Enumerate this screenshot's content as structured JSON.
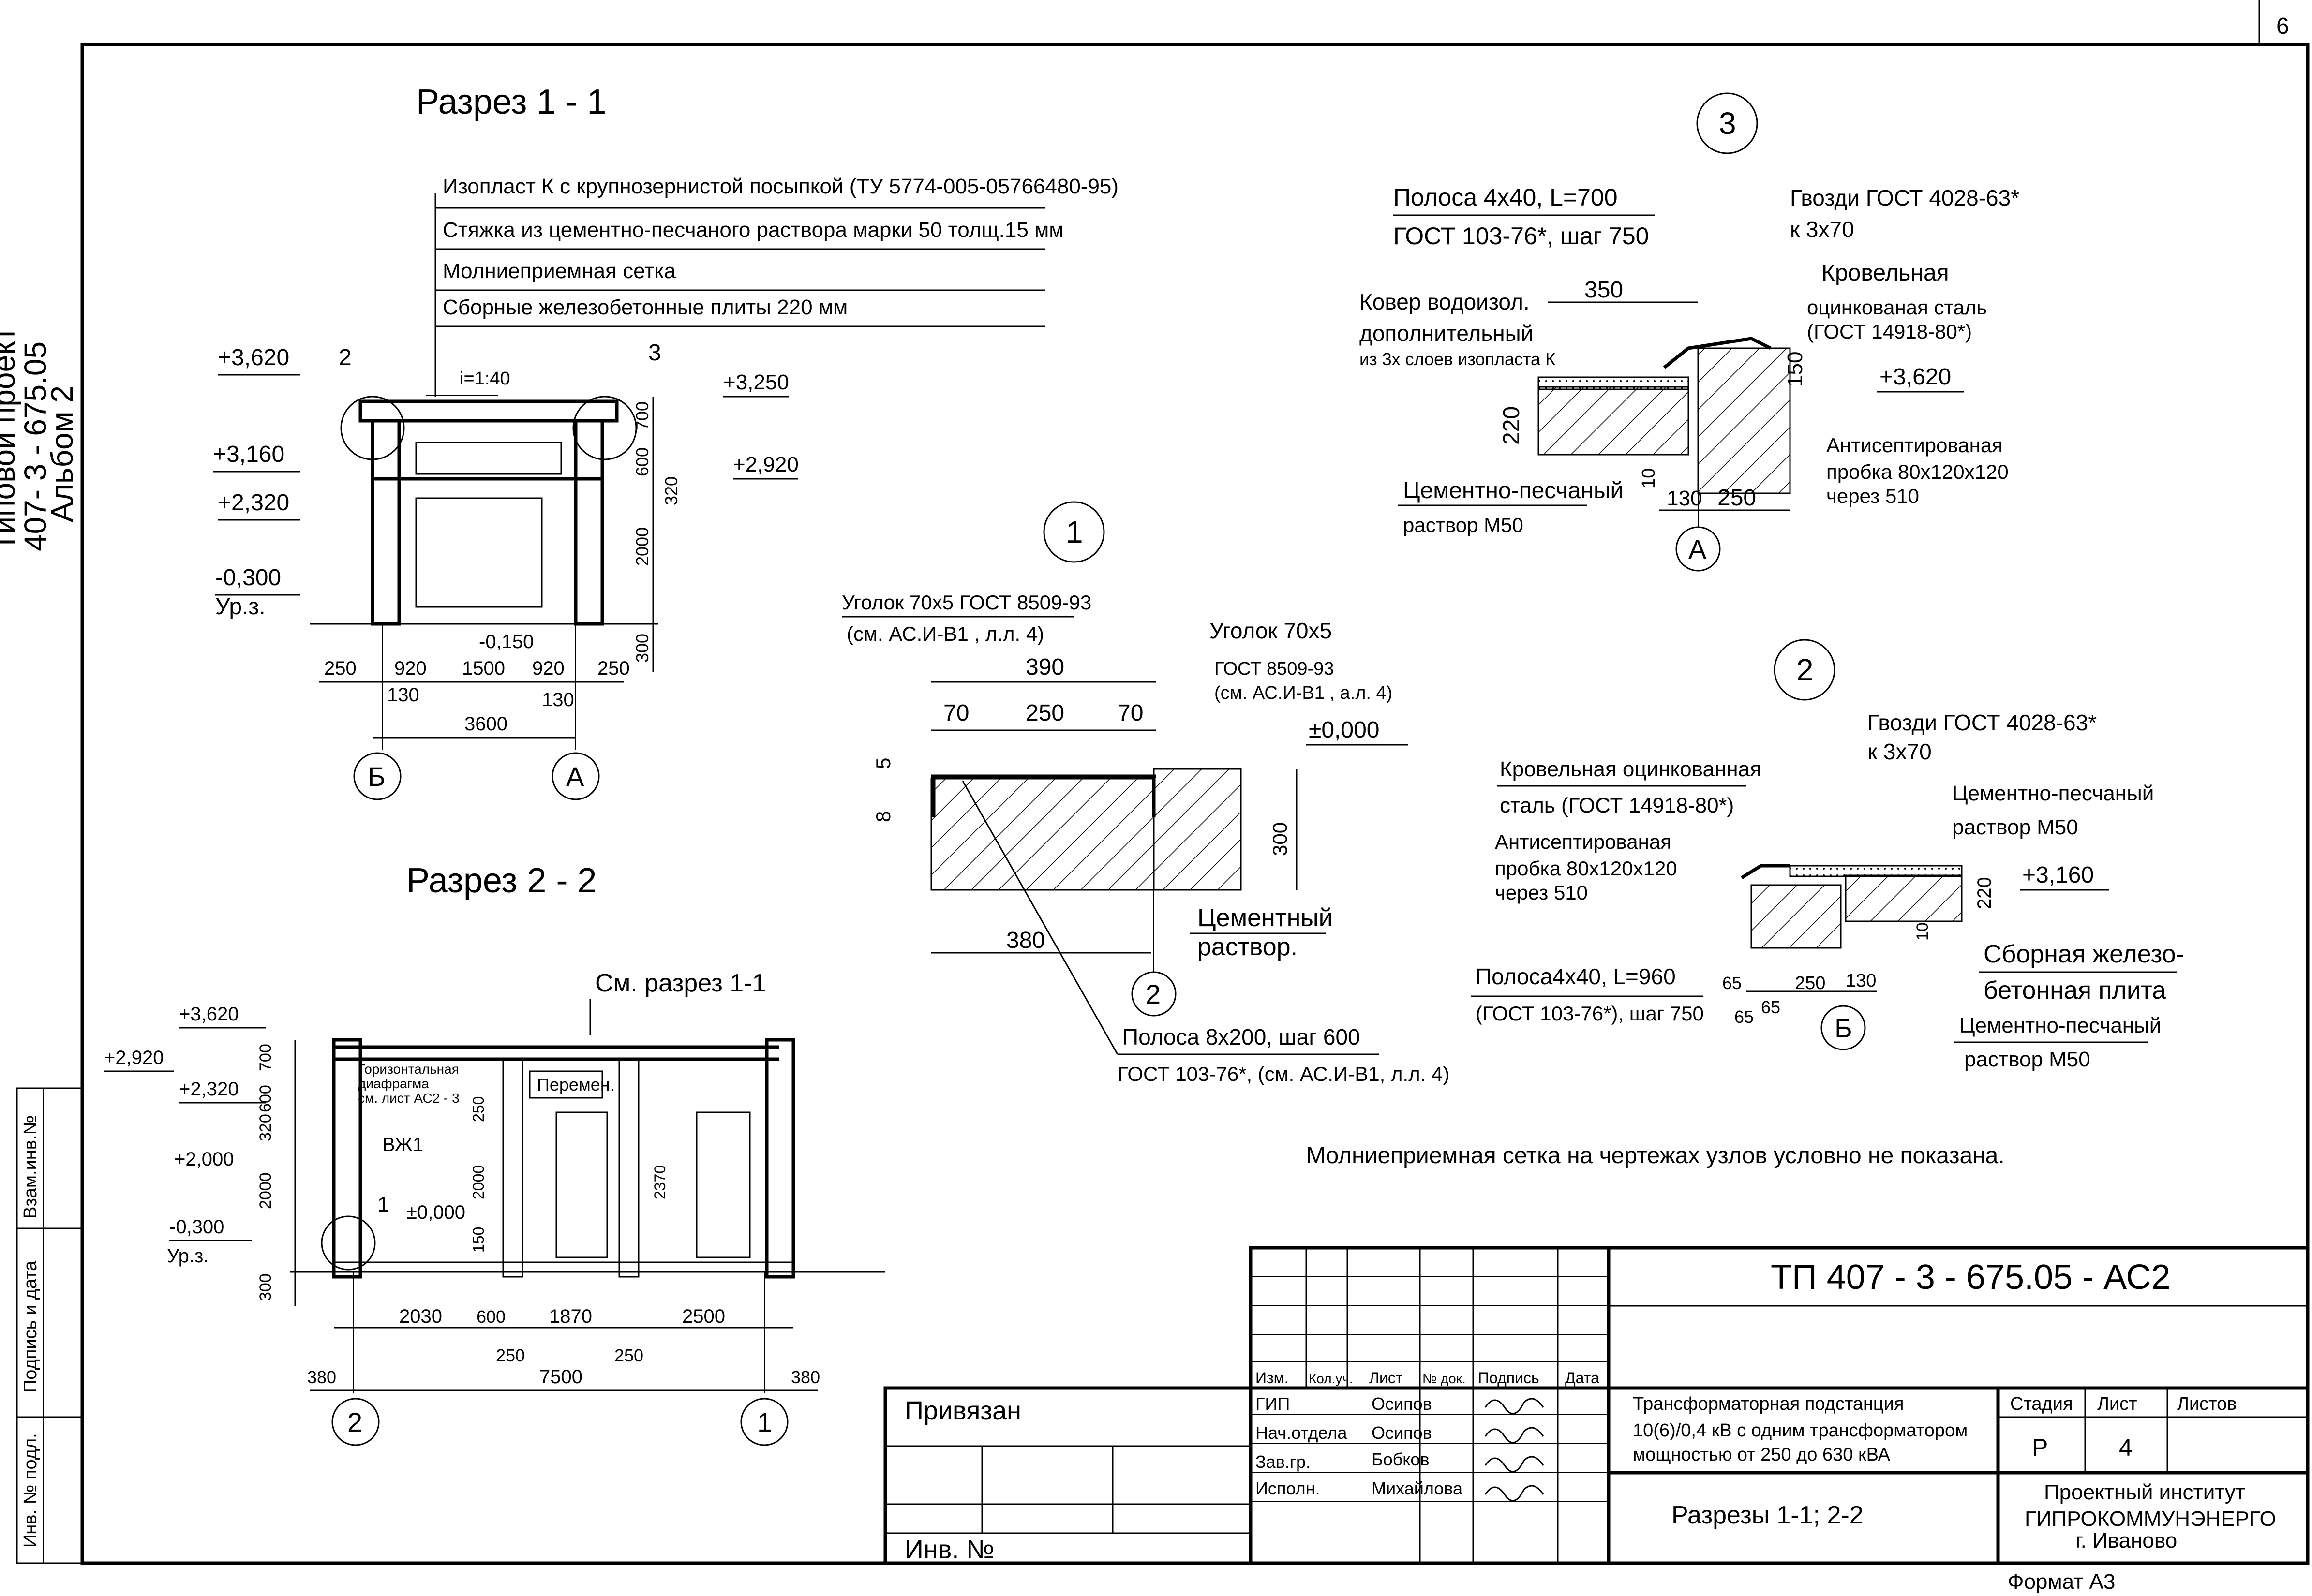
{
  "sheet_number": "6",
  "side_stamp": {
    "project_line1": "Типовой проект",
    "project_line2": "407- 3 - 675.05",
    "album": "Альбом 2",
    "inv_label": "Инв. № подл.",
    "sign_label": "Подпись и дата",
    "vzam_label": "Взам.инв.№"
  },
  "section_1_1": {
    "title": "Разрез  1 - 1",
    "layers": [
      "Изопласт К с крупнозернистой посыпкой (ТУ 5774-005-05766480-95)",
      "Стяжка из цементно-песчаного раствора марки 50   толщ.15 мм",
      "Молниеприемная сетка",
      "Сборные железобетонные плиты  220 мм"
    ],
    "slope": "i=1:40",
    "callouts": [
      "2",
      "3"
    ],
    "levels": [
      "+3,620",
      "+3,160",
      "+2,320",
      "-0,300",
      "Ур.з.",
      "+3,250",
      "+2,920",
      "-0,150"
    ],
    "dims_bottom": [
      "250",
      "920",
      "1500",
      "920",
      "250",
      "130",
      "130",
      "3600"
    ],
    "dims_vertical": [
      "700",
      "600",
      "320",
      "2000",
      "300"
    ],
    "axes": [
      "Б",
      "А"
    ]
  },
  "section_2_2": {
    "title": "Разрез  2 - 2",
    "ref": "См. разрез 1-1",
    "diaphragm": [
      "Горизонтальная",
      "диафрагма",
      "см. лист АС2 - 3"
    ],
    "per": "Перемен.",
    "vzh": "ВЖ1",
    "callout": "1",
    "levels": [
      "+3,620",
      "+2,920",
      "+2,320",
      "+2,000",
      "-0,300",
      "Ур.з.",
      "±0,000"
    ],
    "dims_vertical": [
      "700",
      "600",
      "320",
      "2000",
      "300",
      "250",
      "2000",
      "150",
      "2370"
    ],
    "dims_bottom": [
      "2030",
      "600",
      "1870",
      "2500",
      "250",
      "250",
      "380",
      "7500",
      "380"
    ],
    "axes": [
      "2",
      "1"
    ]
  },
  "node_1": {
    "label": "1",
    "ugolok1": [
      "Уголок 70х5 ГОСТ 8509-93",
      "(см. АС.И-В1 ,  л.л. 4)"
    ],
    "ugolok2": [
      "Уголок 70х5",
      "ГОСТ 8509-93",
      "(см. АС.И-В1 , а.л. 4)"
    ],
    "dims": [
      "390",
      "70",
      "250",
      "70",
      "5",
      "8",
      "300",
      "380"
    ],
    "level": "±0,000",
    "cement": [
      "Цементный",
      "раствор."
    ],
    "axis": "2",
    "polosa": [
      "Полоса 8х200, шаг 600",
      "ГОСТ 103-76*, (см. АС.И-В1, л.л. 4)"
    ]
  },
  "node_3": {
    "label": "3",
    "polosa": [
      "Полоса 4х40, L=700",
      "ГОСТ 103-76*, шаг 750"
    ],
    "gvozdi": [
      "Гвозди ГОСТ 4028-63*",
      "к 3х70"
    ],
    "kover": [
      "Ковер водоизол.",
      "дополнительный",
      "из 3х слоев изопласта К"
    ],
    "krovl": [
      "Кровельная",
      "оцинкованая сталь",
      "(ГОСТ 14918-80*)"
    ],
    "dims": [
      "350",
      "220",
      "10",
      "130",
      "250",
      "150"
    ],
    "level": "+3,620",
    "cement": [
      "Цементно-песчаный",
      "раствор  М50"
    ],
    "antisept": [
      "Антисептированая",
      "пробка 80х120х120",
      "через 510"
    ],
    "axis": "А"
  },
  "node_2": {
    "label": "2",
    "gvozdi": [
      "Гвозди ГОСТ 4028-63*",
      "к 3х70"
    ],
    "krovl": [
      "Кровельная оцинкованная",
      "сталь (ГОСТ 14918-80*)"
    ],
    "cement_top": [
      "Цементно-песчаный",
      "раствор  М50"
    ],
    "antisept": [
      "Антисептированая",
      "пробка 80х120х120",
      "через 510"
    ],
    "level": "+3,160",
    "dims": [
      "220",
      "10",
      "65",
      "250",
      "130",
      "65",
      "65"
    ],
    "plita": [
      "Сборная железо-",
      "бетонная плита"
    ],
    "polosa": [
      "Полоса4х40, L=960",
      "(ГОСТ 103-76*), шаг 750"
    ],
    "cement_bot": [
      "Цементно-песчаный",
      "раствор  М50"
    ],
    "axis": "Б"
  },
  "note": "Молниеприемная сетка на чертежах узлов условно не показана.",
  "title_block": {
    "code": "ТП   407 - 3 - 675.05 - АС2",
    "privyazan": "Привязан",
    "inv": "Инв. №",
    "col_heads": [
      "Изм.",
      "Кол.уч.",
      "Лист",
      "№ док.",
      "Подпись",
      "Дата"
    ],
    "roles": [
      {
        "role": "ГИП",
        "name": "Осипов"
      },
      {
        "role": "Нач.отдела",
        "name": "Осипов"
      },
      {
        "role": "Зав.гр.",
        "name": "Бобков"
      },
      {
        "role": "Исполн.",
        "name": "Михайлова"
      }
    ],
    "object": [
      "Трансформаторная подстанция",
      "10(6)/0,4 кВ с одним трансформатором",
      "мощностью от 250 до 630 кВА"
    ],
    "sheet_title": "Разрезы 1-1; 2-2",
    "stadia_label": "Стадия",
    "list_label": "Лист",
    "listov_label": "Листов",
    "stadia": "Р",
    "list": "4",
    "listov": "",
    "org": [
      "Проектный институт",
      "ГИПРОКОММУНЭНЕРГО",
      "г. Иваново"
    ]
  },
  "format": "Формат А3"
}
